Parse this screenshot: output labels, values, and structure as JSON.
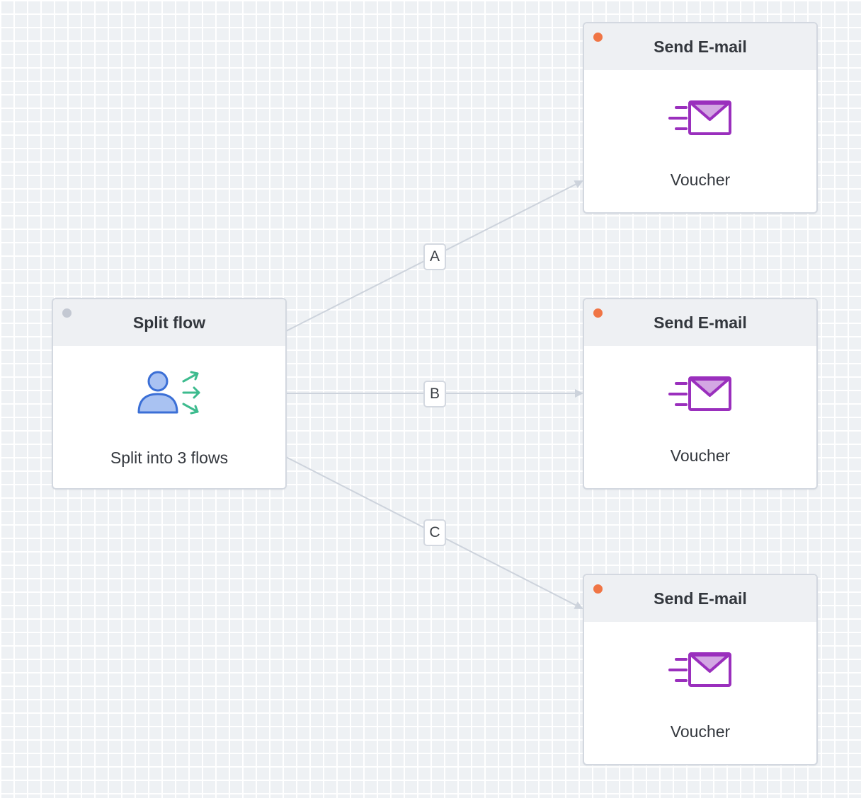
{
  "colors": {
    "connector": "#cdd3dc",
    "status_idle": "#c3c8d2",
    "status_pending": "#f07545",
    "email_icon": "#9a2fbd",
    "email_fill": "#d3a7e3",
    "person_icon": "#3b6fd6",
    "person_fill": "#a9c2f2",
    "split_arrows": "#3dbb8e"
  },
  "split_node": {
    "title": "Split flow",
    "subtitle": "Split into 3 flows",
    "icon": "person-split-icon",
    "status": "idle"
  },
  "email_nodes": [
    {
      "title": "Send E-mail",
      "subtitle": "Voucher",
      "icon": "send-email-icon",
      "status": "pending"
    },
    {
      "title": "Send E-mail",
      "subtitle": "Voucher",
      "icon": "send-email-icon",
      "status": "pending"
    },
    {
      "title": "Send E-mail",
      "subtitle": "Voucher",
      "icon": "send-email-icon",
      "status": "pending"
    }
  ],
  "edges": [
    {
      "label": "A"
    },
    {
      "label": "B"
    },
    {
      "label": "C"
    }
  ]
}
